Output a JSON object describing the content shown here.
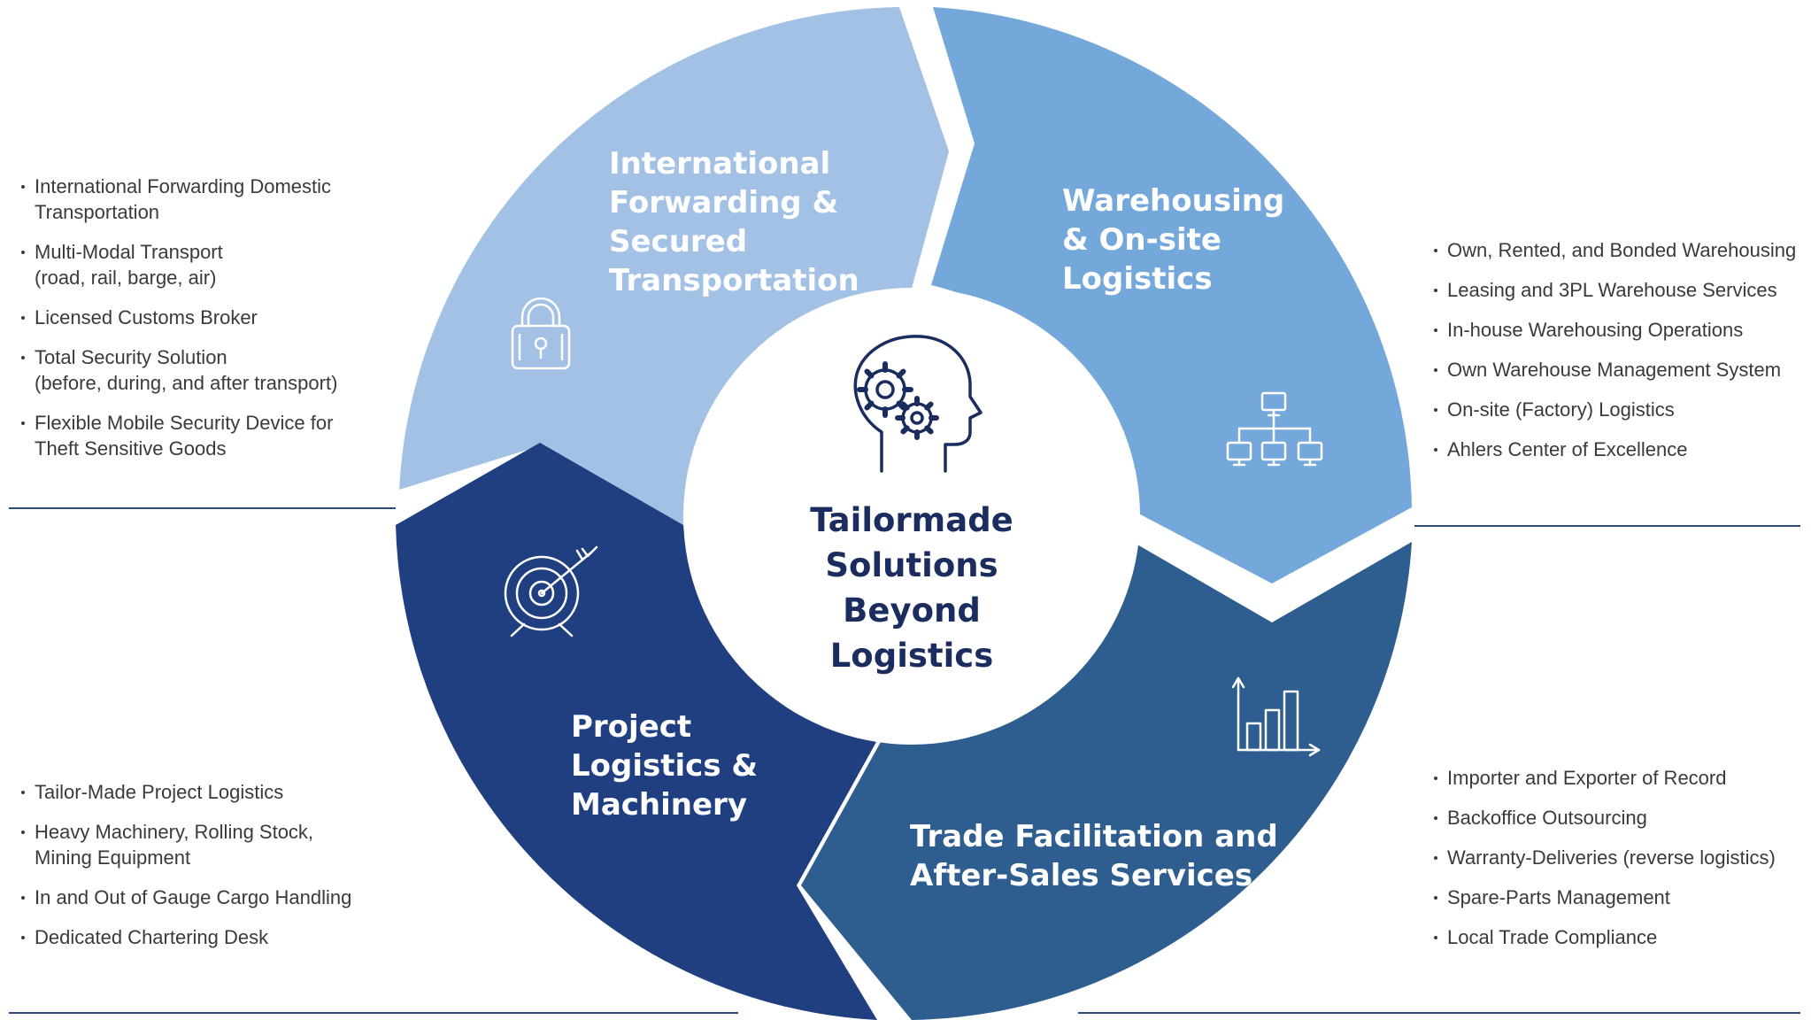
{
  "center": {
    "lines": [
      "Tailormade",
      "Solutions",
      "Beyond",
      "Logistics"
    ],
    "icon": "gears-head-icon"
  },
  "segments": [
    {
      "id": "forwarding",
      "title_lines": [
        "International",
        "Forwarding &",
        "Secured",
        "Transportation"
      ],
      "color": "#a3c1e5",
      "icon": "padlock-icon",
      "bullets": [
        "International Forwarding Domestic\nTransportation",
        "Multi-Modal Transport\n(road, rail, barge, air)",
        "Licensed Customs Broker",
        "Total Security Solution\n(before, during, and after transport)",
        "Flexible Mobile Security Device for\nTheft Sensitive Goods"
      ]
    },
    {
      "id": "warehousing",
      "title_lines": [
        "Warehousing",
        "& On-site",
        "Logistics"
      ],
      "color": "#74a7da",
      "icon": "org-network-icon",
      "bullets": [
        "Own, Rented, and Bonded Warehousing",
        "Leasing and 3PL Warehouse Services",
        "In-house Warehousing Operations",
        "Own Warehouse Management System",
        "On-site (Factory) Logistics",
        "Ahlers Center of Excellence"
      ]
    },
    {
      "id": "trade",
      "title_lines": [
        "Trade Facilitation and",
        "After-Sales Services"
      ],
      "color": "#2e5d8f",
      "icon": "bar-chart-icon",
      "bullets": [
        "Importer and Exporter of Record",
        "Backoffice Outsourcing",
        "Warranty-Deliveries (reverse logistics)",
        "Spare-Parts Management",
        "Local Trade Compliance"
      ]
    },
    {
      "id": "project",
      "title_lines": [
        "Project",
        "Logistics &",
        "Machinery"
      ],
      "color": "#203f80",
      "icon": "target-icon",
      "bullets": [
        "Tailor-Made Project Logistics",
        "Heavy Machinery, Rolling Stock,\nMining Equipment",
        "In and Out of Gauge Cargo Handling",
        "Dedicated Chartering Desk"
      ]
    }
  ],
  "colors": {
    "center_text": "#1b2c5e",
    "icon_line": "#ffffff",
    "rule": "#2c4a7a",
    "bullet_text": "#3a3a3a"
  }
}
